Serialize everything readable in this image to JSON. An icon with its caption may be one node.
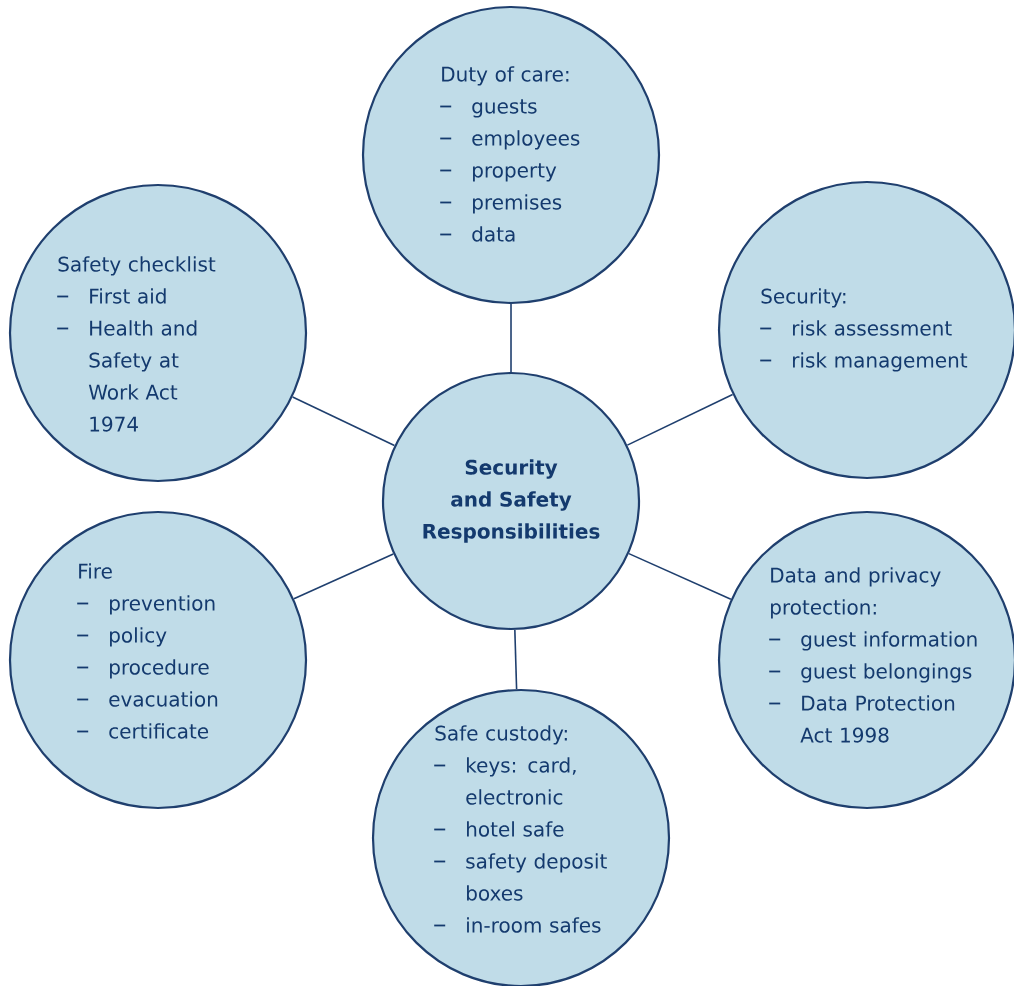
{
  "diagram": {
    "nodes": [
      {
        "text": [
          "Duty of care:",
          "guests",
          "employees",
          "property",
          "premises",
          "data"
        ]
      },
      {
        "text": [
          "Safety checklist",
          "First aid",
          "Health and Safety at Work Act 1974"
        ]
      },
      {
        "text": [
          "Security:",
          "risk assessment",
          "risk management"
        ]
      },
      {
        "text": [
          "Security and Safety Responsibilities"
        ]
      },
      {
        "text": [
          "Fire",
          "prevention",
          "policy",
          "procedure",
          "evacuation",
          "certificate"
        ]
      },
      {
        "text": [
          "Data and privacy protection:",
          "guest information",
          "guest belongings",
          "Data Protection Act 1998"
        ]
      },
      {
        "text": [
          "Safe custody:",
          "keys: card, electronic",
          "hotel safe",
          "safety deposit boxes",
          "in-room safes"
        ]
      }
    ],
    "edges": [
      {
        "from": 3,
        "to": 0,
        "arrow": "none"
      },
      {
        "from": 3,
        "to": 1,
        "arrow": "none"
      },
      {
        "from": 3,
        "to": 2,
        "arrow": "none"
      },
      {
        "from": 3,
        "to": 4,
        "arrow": "none"
      },
      {
        "from": 3,
        "to": 5,
        "arrow": "none"
      },
      {
        "from": 3,
        "to": 6,
        "arrow": "none"
      }
    ]
  }
}
